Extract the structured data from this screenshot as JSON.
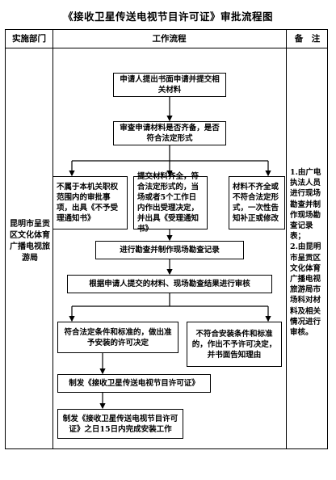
{
  "title": "《接收卫星传送电视节目许可证》审批流程图",
  "headers": {
    "dept": "实施部门",
    "flow": "工作流程",
    "remark": "备　注"
  },
  "dept": "昆明市呈贡区文化体育广播电视旅游局",
  "note": "1.由广电执法人员进行现场勘查并制作现场勘查记录表；\n2.由昆明市呈贡区文化体育广播电视旅游局市场科对材料及相关情况进行审核。",
  "steps": {
    "apply": "申请人提出书面申请并提交相关材料",
    "review": "审查申请材料是否齐备，是否符合法定形式",
    "not_scope": "不属于本机关职权范围内的审批事项，出具《不予受理通知书》",
    "accept": "提交材料齐全，符合法定形式的，当场或者5个工作日内作出受理决定，并出具《受理通知书》",
    "incomplete": "材料不齐全或不符合法定形式，一次性告知补正或修改",
    "inspect": "进行勘查并制作现场勘查记录",
    "audit": "根据申请人提交的材料、现场勘查结果进行审核",
    "approve": "符合法定条件和标准的，做出准予安装的许可决定",
    "reject": "不符合安装条件和标准的，作出不予许可决定，并书面告知理由",
    "issue": "制发《接收卫星传送电视节目许可证》",
    "finish": "制发《接收卫星传送电视节目许可证》之日15日内完成安装工作"
  }
}
